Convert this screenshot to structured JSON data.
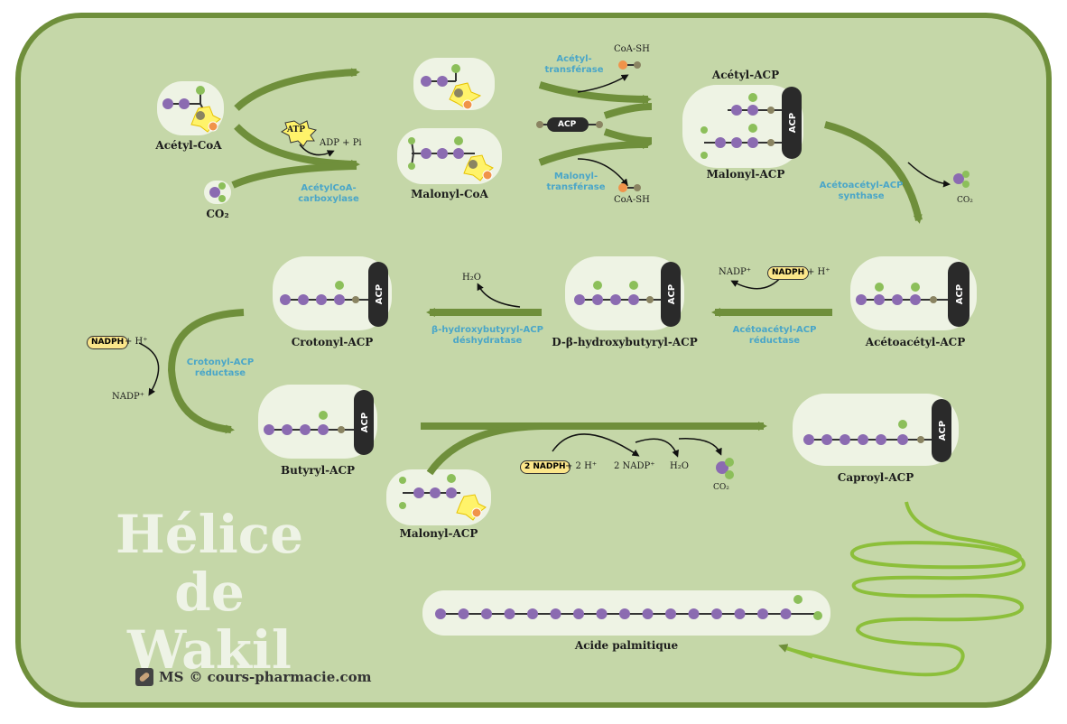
{
  "colors": {
    "background": "#c5d7a8",
    "border": "#6f8f3b",
    "arrow": "#6f8f3b",
    "carbon": "#8b6bb1",
    "oxygen": "#8cbf5a",
    "sulfur": "#8a8462",
    "coa": "#f0934a",
    "enzyme": "#4aa6c8",
    "acp": "#2a2a2a"
  },
  "watermark": {
    "line1": "Hélice de",
    "line2": "Wakil"
  },
  "brand": {
    "initials": "MS",
    "text": "© cours-pharmacie.com"
  },
  "molecules": {
    "acetyl_coa": "Acétyl-CoA",
    "co2": "CO₂",
    "malonyl_coa": "Malonyl-CoA",
    "acetyl_acp": "Acétyl-ACP",
    "malonyl_acp": "Malonyl-ACP",
    "acetoacetyl_acp": "Acétoacétyl-ACP",
    "hydroxybutyryl_acp": "D-β-hydroxybutyryl-ACP",
    "crotonyl_acp": "Crotonyl-ACP",
    "butyryl_acp": "Butyryl-ACP",
    "malonyl_acp_2": "Malonyl-ACP",
    "caproyl_acp": "Caproyl-ACP",
    "palmitic": "Acide palmitique"
  },
  "enzymes": {
    "carboxylase_1": "AcétylCoA-",
    "carboxylase_2": "carboxylase",
    "acetyl_transferase_1": "Acétyl-",
    "acetyl_transferase_2": "transférase",
    "malonyl_transferase_1": "Malonyl-",
    "malonyl_transferase_2": "transférase",
    "synthase_1": "Acétoacétyl-ACP",
    "synthase_2": "synthase",
    "reductase_1_1": "Acétoacétyl-ACP",
    "reductase_1_2": "réductase",
    "dehydratase_1": "β-hydroxybutyryl-ACP",
    "dehydratase_2": "déshydratase",
    "reductase_2_1": "Crotonyl-ACP",
    "reductase_2_2": "réductase"
  },
  "cofactors": {
    "atp": "ATP",
    "adp": "ADP + Pi",
    "coash_1": "CoA-SH",
    "coash_2": "CoA-SH",
    "acp": "ACP",
    "co2_small": "CO₂",
    "nadph_1": "NADPH",
    "h_1": "+ H⁺",
    "nadp_1": "NADP⁺",
    "h2o": "H₂O",
    "nadph_2": "NADPH",
    "h_2": "+ H⁺",
    "nadp_2": "NADP⁺",
    "nadph_3": "2 NADPH",
    "h_3": "+ 2 H⁺",
    "nadp_3": "2 NADP⁺",
    "h2o_2": "H₂O",
    "co2_3": "CO₂"
  }
}
